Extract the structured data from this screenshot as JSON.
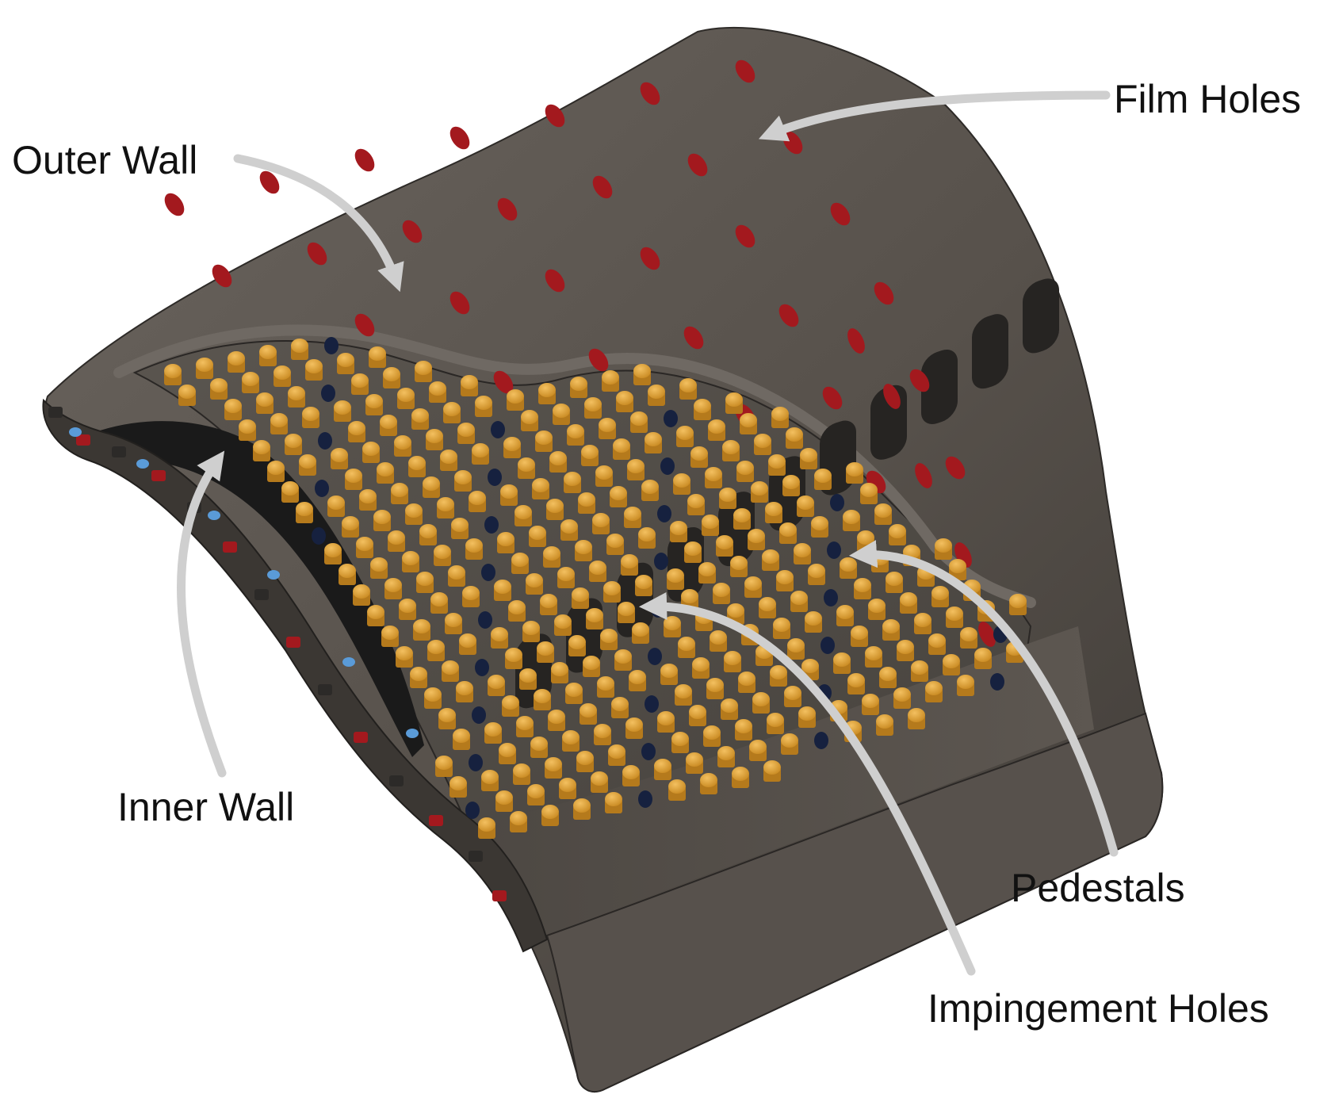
{
  "labels": {
    "film_holes": "Film Holes",
    "outer_wall": "Outer Wall",
    "inner_wall": "Inner Wall",
    "pedestals": "Pedestals",
    "impingement_holes": "Impingement Holes"
  },
  "colors": {
    "background": "#ffffff",
    "wall": "#55504a",
    "wall_dark": "#2c2a28",
    "cavity": "#1a1a1a",
    "floor": "#4f4a45",
    "film_hole": "#a3191e",
    "pedestal": "#e2a43a",
    "impingement_hole": "#16213f",
    "inner_hole": "#5a9bd8",
    "arrow": "#cfcfcf",
    "text": "#111111"
  }
}
